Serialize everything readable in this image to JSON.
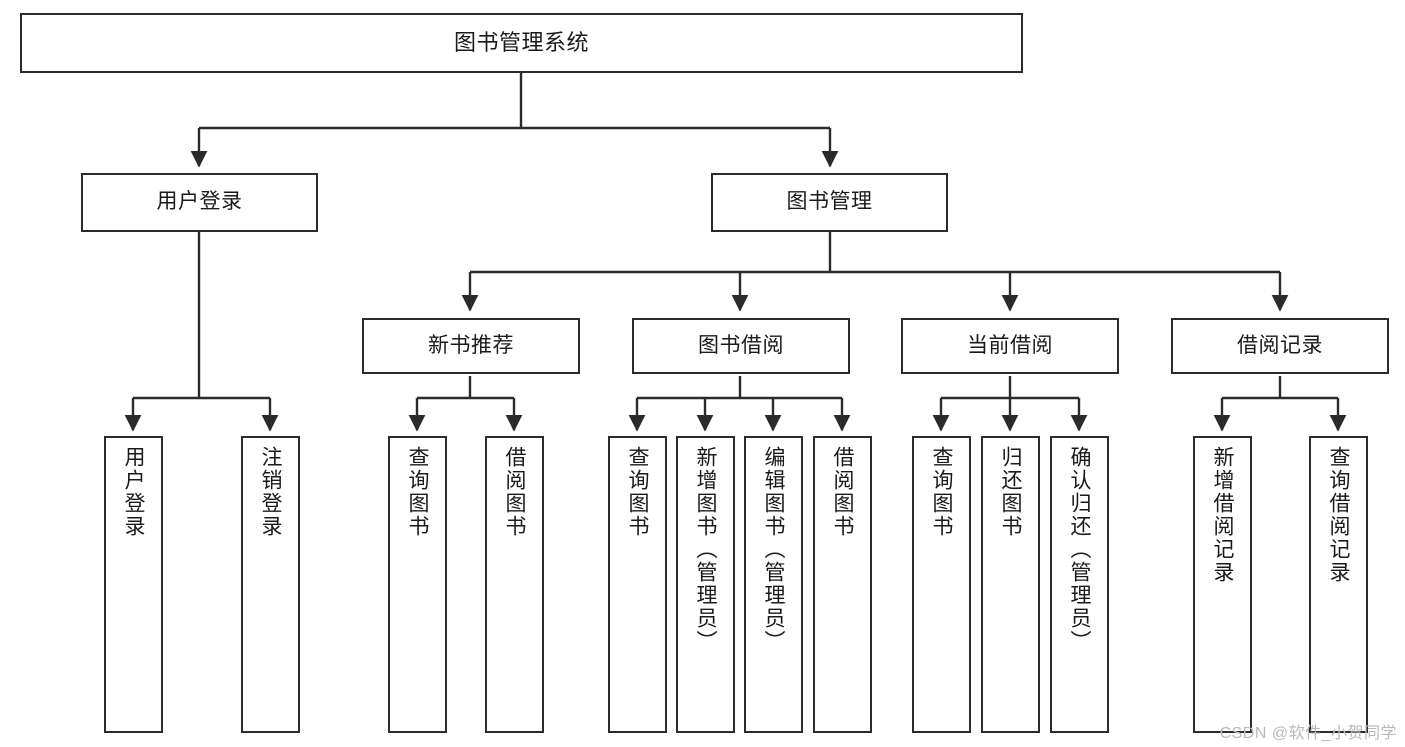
{
  "diagram": {
    "title": "图书管理系统",
    "watermark": "CSDN @软件_小贺同学",
    "colors": {
      "border": "#2b2b2b",
      "background": "#ffffff",
      "text": "#1a1a1a",
      "watermark": "#b9b9b9"
    },
    "nodes": {
      "root": {
        "label": "图书管理系统"
      },
      "level2": [
        {
          "label": "用户登录"
        },
        {
          "label": "图书管理"
        }
      ],
      "level3": [
        {
          "label": "新书推荐"
        },
        {
          "label": "图书借阅"
        },
        {
          "label": "当前借阅"
        },
        {
          "label": "借阅记录"
        }
      ],
      "leaves": {
        "user_login": [
          {
            "label": "用户登录"
          },
          {
            "label": "注销登录"
          }
        ],
        "new_book": [
          {
            "label": "查询图书"
          },
          {
            "label": "借阅图书"
          }
        ],
        "book_borrow": [
          {
            "label": "查询图书"
          },
          {
            "label": "新增图书（管理员）"
          },
          {
            "label": "编辑图书（管理员）"
          },
          {
            "label": "借阅图书"
          }
        ],
        "current_borrow": [
          {
            "label": "查询图书"
          },
          {
            "label": "归还图书"
          },
          {
            "label": "确认归还（管理员）"
          }
        ],
        "borrow_record": [
          {
            "label": "新增借阅记录"
          },
          {
            "label": "查询借阅记录"
          }
        ]
      }
    }
  }
}
